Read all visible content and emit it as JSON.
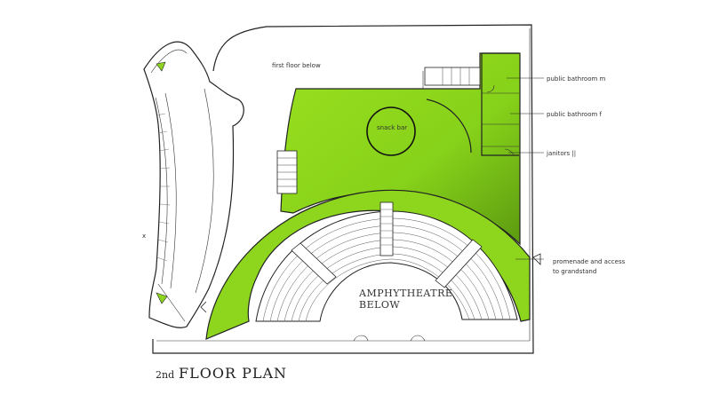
{
  "labels": {
    "first_floor_below": "first floor below",
    "public_bathroom_m": "public bathroom m",
    "public_bathroom_f": "public bathroom f",
    "janitors": "janitors ||",
    "snack_bar": "snack bar",
    "promenade_line1": "promenade and access",
    "promenade_line2": "to grandstand",
    "amphitheatre_line1": "AMPHYTHEATRE",
    "amphitheatre_line2": "BELOW",
    "title_small": "2nd",
    "title_main": "FLOOR PLAN"
  },
  "colors": {
    "floor_fill": "#8ed61e",
    "wall": "#222222",
    "background": "#ffffff"
  }
}
